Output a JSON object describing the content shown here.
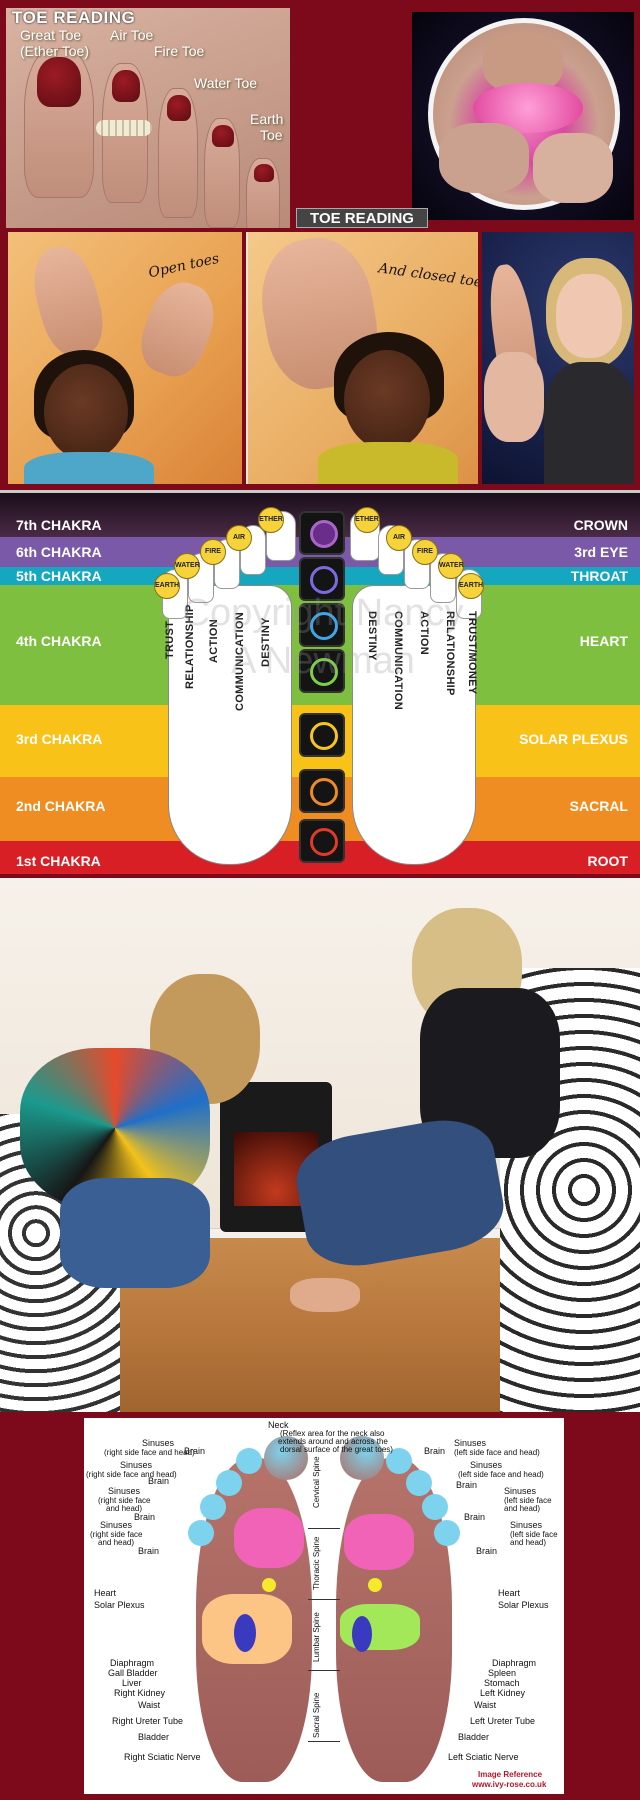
{
  "panel1": {
    "title": "TOE READING",
    "labels": [
      "Great Toe",
      "(Ether Toe)",
      "Air Toe",
      "Fire Toe",
      "Water Toe",
      "Earth",
      "Toe"
    ]
  },
  "banner2": "TOE READING",
  "panel3": {
    "caption": "Open toes"
  },
  "panel4": {
    "caption": "And closed toes"
  },
  "chakra_chart": {
    "bands": [
      {
        "left": "7th CHAKRA",
        "right": "CROWN",
        "color": "#3a1d3a"
      },
      {
        "left": "6th CHAKRA",
        "right": "3rd EYE",
        "color": "#7a5aa8"
      },
      {
        "left": "5th CHAKRA",
        "right": "THROAT",
        "color": "#15a6c0"
      },
      {
        "left": "4th CHAKRA",
        "right": "HEART",
        "color": "#7fbf3f"
      },
      {
        "left": "3rd CHAKRA",
        "right": "SOLAR PLEXUS",
        "color": "#f8c219"
      },
      {
        "left": "2nd CHAKRA",
        "right": "SACRAL",
        "color": "#ef8c22"
      },
      {
        "left": "1st CHAKRA",
        "right": "ROOT",
        "color": "#d81f26"
      }
    ],
    "toe_labels_left": [
      "EARTH",
      "WATER",
      "FIRE",
      "AIR",
      "ETHER"
    ],
    "toe_labels_right": [
      "ETHER",
      "AIR",
      "FIRE",
      "WATER",
      "EARTH"
    ],
    "sole_words_left": [
      "TRUST",
      "RELATIONSHIP",
      "ACTION",
      "COMMUNICATION",
      "DESTINY"
    ],
    "sole_words_right": [
      "DESTINY",
      "COMMUNICATION",
      "ACTION",
      "RELATIONSHIP",
      "TRUST/MONEY"
    ],
    "watermark": "Copyright Nancy A Newman"
  },
  "reflexology": {
    "top": [
      "Neck",
      "(Reflex area for the neck also",
      "extends around and across the",
      "dorsal surface of the great toes)"
    ],
    "left_labels": [
      "Sinuses",
      "(right side face and head)",
      "Brain",
      "Sinuses",
      "(right side face and head)",
      "Brain",
      "Sinuses",
      "(right side face",
      "and head)",
      "Brain",
      "Sinuses",
      "(right side face",
      "and head)",
      "Brain",
      "Heart",
      "Solar Plexus",
      "Diaphragm",
      "Gall Bladder",
      "Liver",
      "Right Kidney",
      "Waist",
      "Right Ureter Tube",
      "Bladder",
      "Right Sciatic Nerve"
    ],
    "right_labels": [
      "Sinuses",
      "(left side face and head)",
      "Brain",
      "Sinuses",
      "(left side face and head)",
      "Brain",
      "Sinuses",
      "(left side face",
      "and head)",
      "Brain",
      "Sinuses",
      "(left side face",
      "and head)",
      "Brain",
      "Heart",
      "Solar Plexus",
      "Diaphragm",
      "Spleen",
      "Stomach",
      "Left Kidney",
      "Waist",
      "Left Ureter Tube",
      "Bladder",
      "Left Sciatic Nerve"
    ],
    "spine": [
      "Cervical Spine",
      "Thoracic Spine",
      "Lumbar Spine",
      "Sacral Spine"
    ],
    "credit": [
      "Image Reference",
      "www.ivy-rose.co.uk"
    ]
  }
}
